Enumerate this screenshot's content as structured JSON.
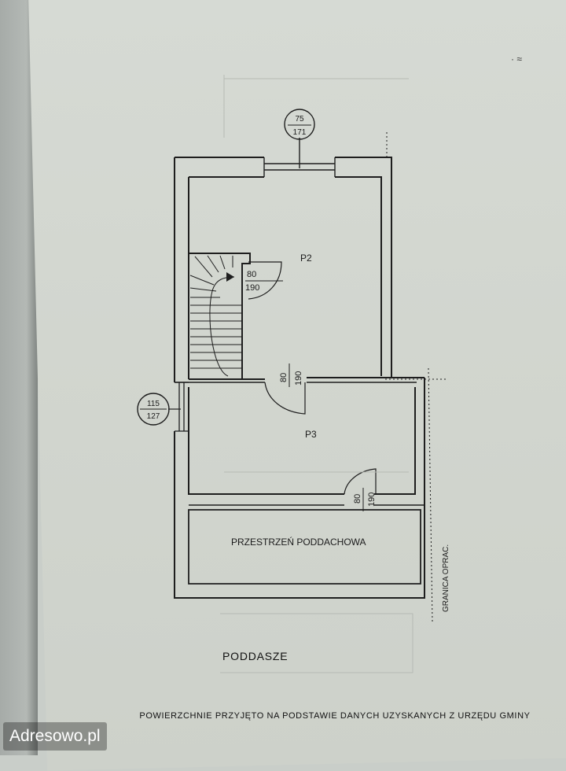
{
  "plan": {
    "rooms": {
      "p2": "P2",
      "p3": "P3",
      "attic_space": "PRZESTRZEŃ PODDACHOWA"
    },
    "window_top": {
      "width": "75",
      "height": "171"
    },
    "window_left": {
      "width": "115",
      "height": "127"
    },
    "door_stairs": {
      "width": "80",
      "height": "190"
    },
    "door_p2_p3": {
      "width": "80",
      "height": "190"
    },
    "door_p3_attic": {
      "width": "80",
      "height": "190"
    },
    "boundary_label": "GRANICA OPRAC.",
    "floor_label": "PODDASZE",
    "note": "POWIERZCHNIE PRZYJĘTO NA PODSTAWIE DANYCH UZYSKANYCH Z URZĘDU GMINY"
  },
  "watermark": "Adresowo.pl"
}
